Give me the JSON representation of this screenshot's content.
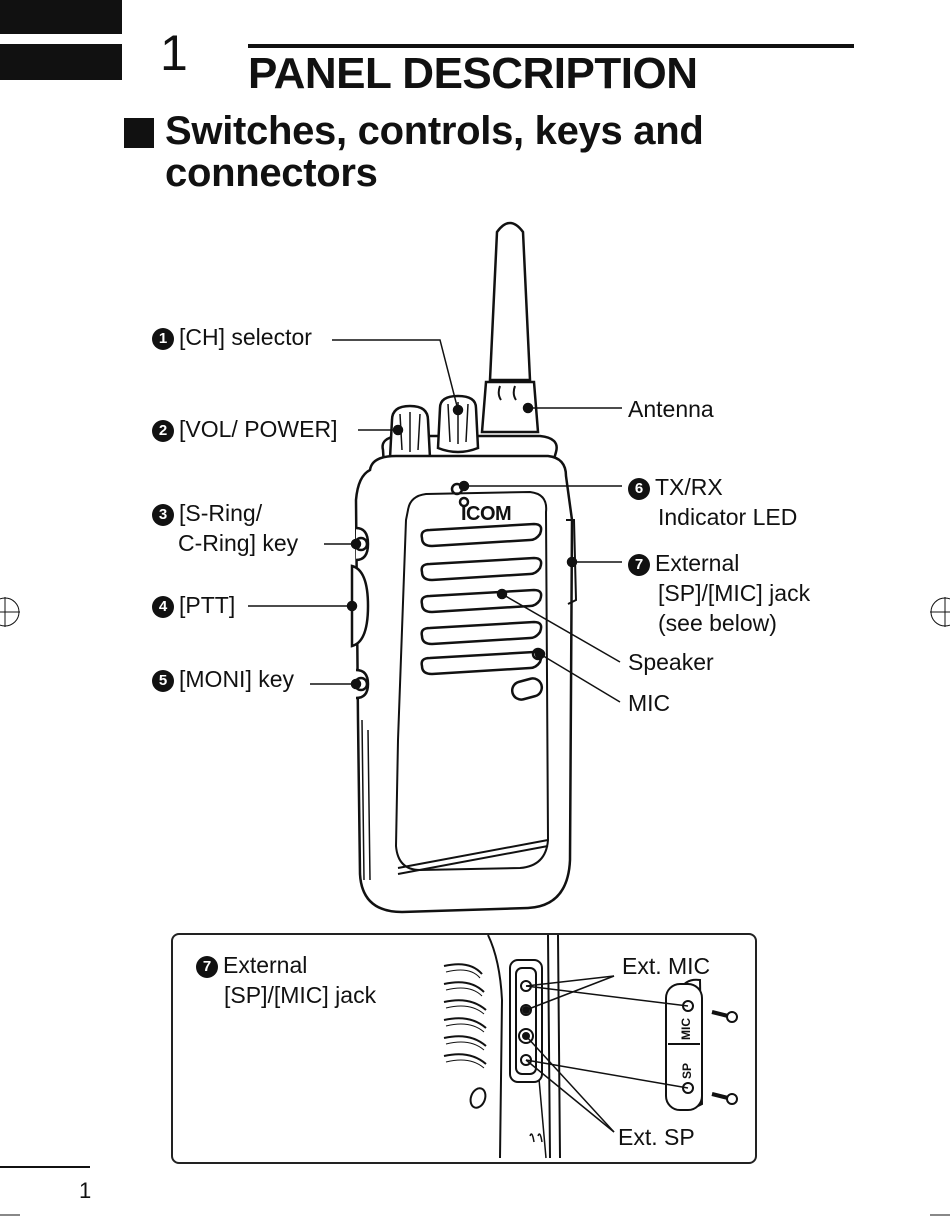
{
  "chapter": {
    "number": "1",
    "title": "PANEL DESCRIPTION"
  },
  "section": {
    "title_line1": "Switches, controls, keys and",
    "title_line2": "connectors"
  },
  "callouts": {
    "c1": {
      "num": "1",
      "text": "[CH] selector"
    },
    "c2": {
      "num": "2",
      "text": "[VOL/ POWER]"
    },
    "c3": {
      "num": "3",
      "line1": "[S-Ring/",
      "line2": "C-Ring] key"
    },
    "c4": {
      "num": "4",
      "text": "[PTT]"
    },
    "c5": {
      "num": "5",
      "text": "[MONI] key"
    },
    "c6": {
      "num": "6",
      "line1": "TX/RX",
      "line2": "Indicator LED"
    },
    "c7": {
      "num": "7",
      "line1": "External",
      "line2": "[SP]/[MIC] jack",
      "line3": "(see below)"
    },
    "antenna": "Antenna",
    "speaker": "Speaker",
    "mic": "MIC"
  },
  "radio": {
    "brand_logo": "ICOM"
  },
  "inset": {
    "num": "7",
    "line1": "External",
    "line2": "[SP]/[MIC] jack",
    "ext_mic": "Ext. MIC",
    "ext_sp": "Ext. SP",
    "cap_mic": "MIC",
    "cap_sp": "SP"
  },
  "page_number": "1"
}
